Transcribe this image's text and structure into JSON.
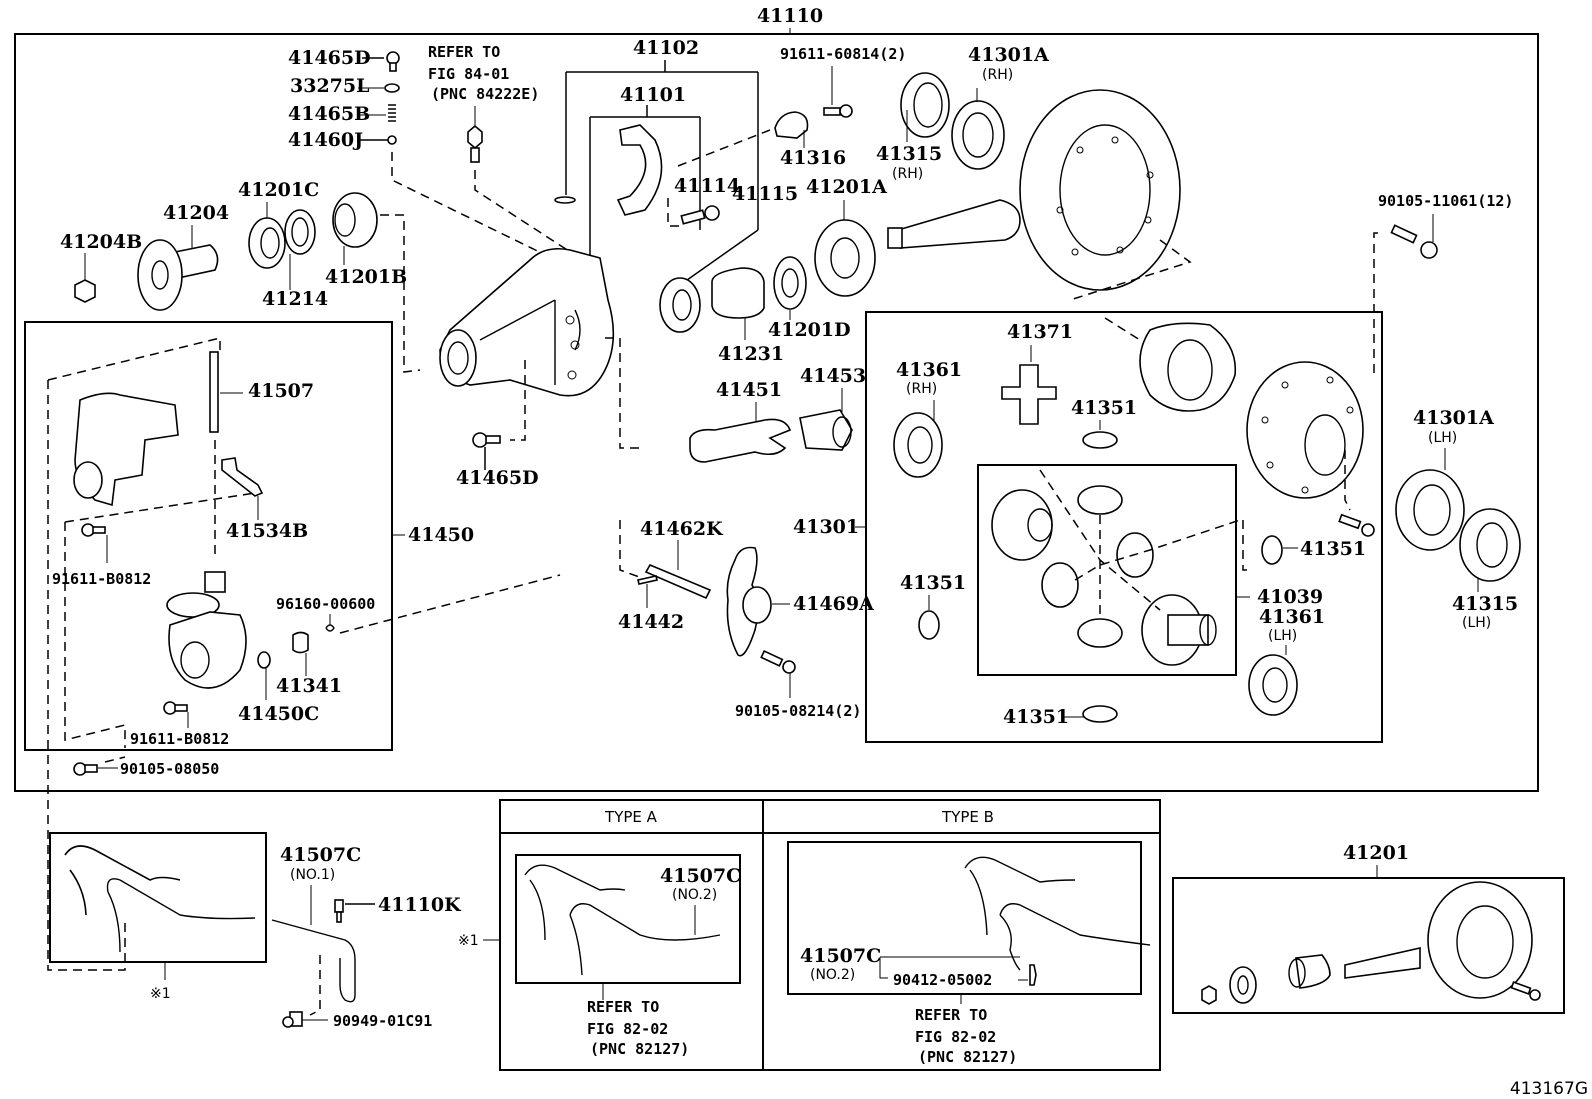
{
  "figure_code": "413167G",
  "assembly_label": "41110",
  "parts": {
    "p41465D_top": "41465D",
    "p33275L": "33275L",
    "p41465B": "41465B",
    "p41460J": "41460J",
    "refer_84_1": "REFER TO",
    "refer_84_2": "FIG 84-01",
    "refer_84_3": "(PNC 84222E)",
    "p41102": "41102",
    "p41101": "41101",
    "p41114": "41114",
    "p41115": "41115",
    "p91611_60814": "91611-60814(2)",
    "p41316": "41316",
    "p41301A_rh": "41301A",
    "rh1": "(RH)",
    "p41315_rh": "41315",
    "rh2": "(RH)",
    "p41201A": "41201A",
    "p90105_11061": "90105-11061(12)",
    "p41201C": "41201C",
    "p41204": "41204",
    "p41204B": "41204B",
    "p41214": "41214",
    "p41201B": "41201B",
    "p41231": "41231",
    "p41201D": "41201D",
    "p41453": "41453",
    "p41451": "41451",
    "p41465D_mid": "41465D",
    "p41507": "41507",
    "p41534B": "41534B",
    "p41450": "41450",
    "p91611_B0812_a": "91611-B0812",
    "p96160_00600": "96160-00600",
    "p41341": "41341",
    "p41450C": "41450C",
    "p91611_B0812_b": "91611-B0812",
    "p90105_08050": "90105-08050",
    "p41462K": "41462K",
    "p41442": "41442",
    "p41469A": "41469A",
    "p90105_08214": "90105-08214(2)",
    "p41371": "41371",
    "p41361_rh": "41361",
    "rh3": "(RH)",
    "p41351_a": "41351",
    "p41301": "41301",
    "p41351_b": "41351",
    "p41351_c": "41351",
    "p41351_d": "41351",
    "p41039": "41039",
    "p41361_lh": "41361",
    "lh1": "(LH)",
    "p41301A_lh": "41301A",
    "lh2": "(LH)",
    "p41315_lh": "41315",
    "lh3": "(LH)"
  },
  "bottom": {
    "p41507C_no1": "41507C",
    "no1": "(NO.1)",
    "p41110K": "41110K",
    "p90949_01C91": "90949-01C91",
    "note_mark_left": "※1",
    "note_mark_mid": "※1",
    "type_a": {
      "header": "TYPE A",
      "part": "41507C",
      "sub": "(NO.2)",
      "refer_1": "REFER TO",
      "refer_2": "FIG 82-02",
      "refer_3": "(PNC 82127)"
    },
    "type_b": {
      "header": "TYPE B",
      "part": "41507C",
      "sub": "(NO.2)",
      "part2": "90412-05002",
      "refer_1": "REFER TO",
      "refer_2": "FIG 82-02",
      "refer_3": "(PNC 82127)"
    },
    "p41201": "41201"
  }
}
